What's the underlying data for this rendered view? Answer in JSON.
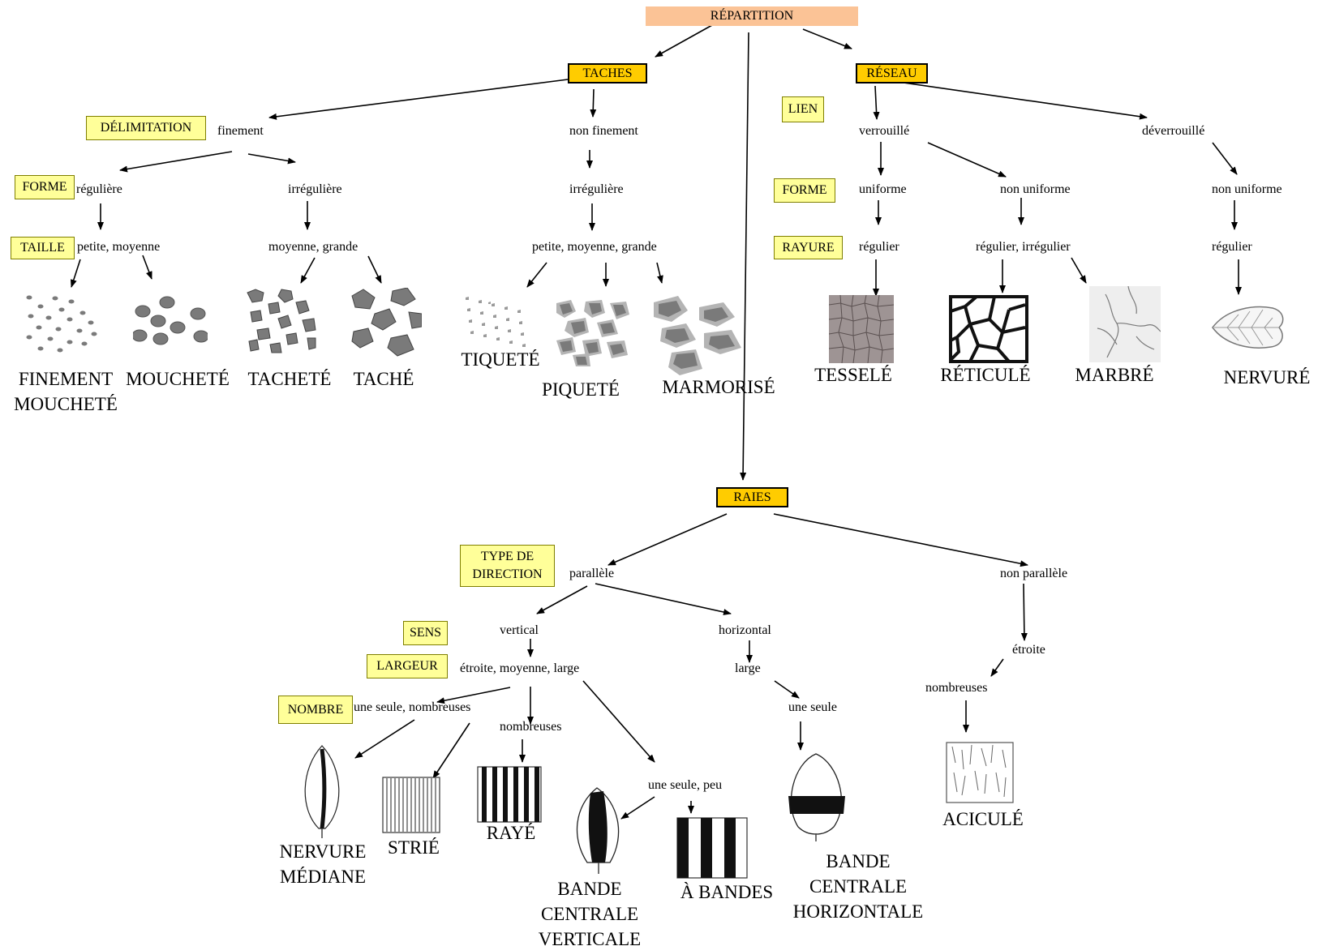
{
  "root": "RÉPARTITION",
  "categories": {
    "taches": "TACHES",
    "reseau": "RÉSEAU",
    "raies": "RAIES"
  },
  "criteria": {
    "delimitation": "DÉLIMITATION",
    "forme_taches": "FORME",
    "taille": "TAILLE",
    "lien": "LIEN",
    "forme_reseau": "FORME",
    "rayure": "RAYURE",
    "type_direction": "TYPE DE DIRECTION",
    "sens": "SENS",
    "largeur": "LARGEUR",
    "nombre": "NOMBRE"
  },
  "labels": {
    "finement": "finement",
    "non_finement": "non finement",
    "reguliere": "régulière",
    "irreguliere": "irrégulière",
    "irreguliere_2": "irrégulière",
    "petite_moyenne": "petite, moyenne",
    "moyenne_grande": "moyenne, grande",
    "petite_moyenne_grande": "petite, moyenne, grande",
    "verrouille": "verrouillé",
    "deverrouille": "déverrouillé",
    "uniforme": "uniforme",
    "non_uniforme": "non uniforme",
    "non_uniforme_2": "non uniforme",
    "regulier": "régulier",
    "regulier_irregulier": "régulier, irrégulier",
    "regulier_2": "régulier",
    "parallele": "parallèle",
    "non_parallele": "non parallèle",
    "vertical": "vertical",
    "horizontal": "horizontal",
    "etroite_moyenne_large": "étroite, moyenne, large",
    "large": "large",
    "etroite": "étroite",
    "une_seule_nombreuses": "une seule, nombreuses",
    "nombreuses": "nombreuses",
    "nombreuses_2": "nombreuses",
    "une_seule_peu": "une seule, peu",
    "une_seule": "une seule"
  },
  "outcomes": {
    "finement_mouchete": "FINEMENT MOUCHETÉ",
    "mouchete": "MOUCHETÉ",
    "tachete": "TACHETÉ",
    "tache": "TACHÉ",
    "tiquete": "TIQUETÉ",
    "piquete": "PIQUETÉ",
    "marmorise": "MARMORISÉ",
    "tessele": "TESSELÉ",
    "reticule": "RÉTICULÉ",
    "marbre": "MARBRÉ",
    "nervure": "NERVURÉ",
    "nervure_mediane": "NERVURE MÉDIANE",
    "strie": "STRIÉ",
    "raye": "RAYÉ",
    "bande_centrale_verticale": "BANDE CENTRALE VERTICALE",
    "a_bandes": "À BANDES",
    "bande_centrale_horizontale": "BANDE CENTRALE HORIZONTALE",
    "acicule": "ACICULÉ"
  },
  "colors": {
    "category": "#ffcc00",
    "criterion": "#ffff99",
    "root": "#fbc396",
    "spot": "#7a7a7a",
    "spot_halo": "#b4b4b4"
  }
}
